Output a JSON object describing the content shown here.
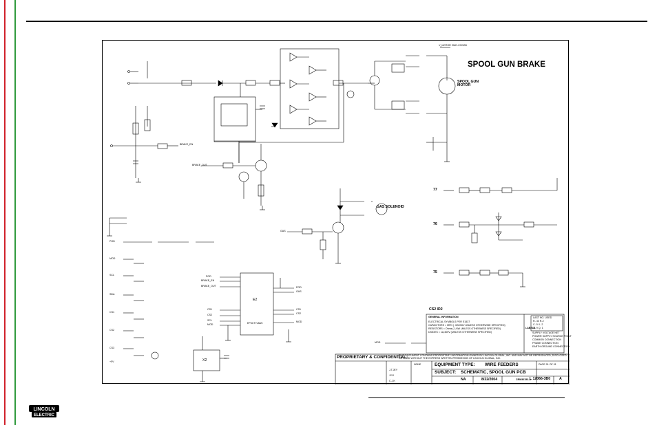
{
  "diagram": {
    "title": "SPOOL GUN BRAKE",
    "motor_label": "SPOOL GUN MOTOR",
    "solenoid_label": "GAS SOLENOID",
    "ic_label": "E2",
    "ic_part": "EP4CT7L8AS",
    "net_labels": {
      "motor_cmd": "V_MOTOR CMD-CONSD",
      "brake_en": "BRAKE_EN",
      "brake_out": "BRAKE_OUT",
      "gas": "GAS",
      "mod": "MOD",
      "clk_77": "77",
      "clk_76": "76",
      "clk_75": "75",
      "cs2_id2": "CS2 ID2"
    },
    "left_net_labels": [
      "POD",
      "MOD",
      "SCL",
      "SDA",
      "CS1",
      "CS2",
      "CS3",
      "+5V"
    ],
    "ic_inputs": [
      "POD",
      "BRAKE_EN",
      "BRAKE_OUT",
      "CS1",
      "CS2",
      "SCL",
      "MOD"
    ],
    "ic_outputs": [
      "POD",
      "GAS",
      "CS1",
      "CS2",
      "MOD"
    ],
    "regulator_label": "X2"
  },
  "general_info": {
    "heading": "GENERAL INFORMATION",
    "lines": [
      "ELECTRICAL SYMBOLS PER E1537",
      "CAPACITORS = MFD ( .022/50V UNLESS OTHERWISE SPECIFIED)",
      "RESISTORS = Ohms ( 1/4W UNLESS OTHERWISE SPECIFIED)",
      "DIODES = 1A,400V (UNLESS OTHERWISE SPECIFIED)"
    ],
    "labels_heading": "LABELS",
    "labels_items": [
      "SUPPLY VOLTAGE NET",
      "POWER SUPPLY SOURCE POINT",
      "COMMON CONNECTION",
      "FRAME CONNECTION",
      "EARTH GROUND CONNECTION"
    ],
    "label_sets": [
      "LAST NO. USED",
      "R- 40  R-2",
      "C- 5   X- 2",
      "D- 9   Q- 1"
    ]
  },
  "title_block": {
    "proprietary": "PROPRIETARY & CONFIDENTIAL:",
    "proprietary_note": "THIS DOCUMENT CONTAINS PROPRIETARY INFORMATION OWNED BY LINCOLN GLOBAL, INC. AND MAY NOT BE REPRODUCED, DISCLOSED OR USED WITHOUT THE EXPRESS WRITTEN PERMISSION OF LINCOLN GLOBAL, INC.",
    "equipment_type_label": "EQUIPMENT TYPE:",
    "equipment_type": "WIRE FEEDERS",
    "subject_label": "SUBJECT:",
    "subject": "SCHEMATIC, SPOOL GUN PCB",
    "page": "PAGE 01 OF 01",
    "material_disposition": "NA",
    "approval_date": "8/22/2004",
    "project_number": "CRM36153-A",
    "document_number": "L 12066-3B0",
    "revision": "A",
    "scale": "NONE",
    "drawn_by": "J.T.JEY",
    "engineer": "JYG",
    "approved": "C.J.K"
  },
  "brand": {
    "logo_top": "LINCOLN",
    "logo_bottom": "ELECTRIC",
    "colors": {
      "red_bar": "#d0202a",
      "green_bar": "#2f9a3c",
      "ink": "#000000"
    }
  }
}
